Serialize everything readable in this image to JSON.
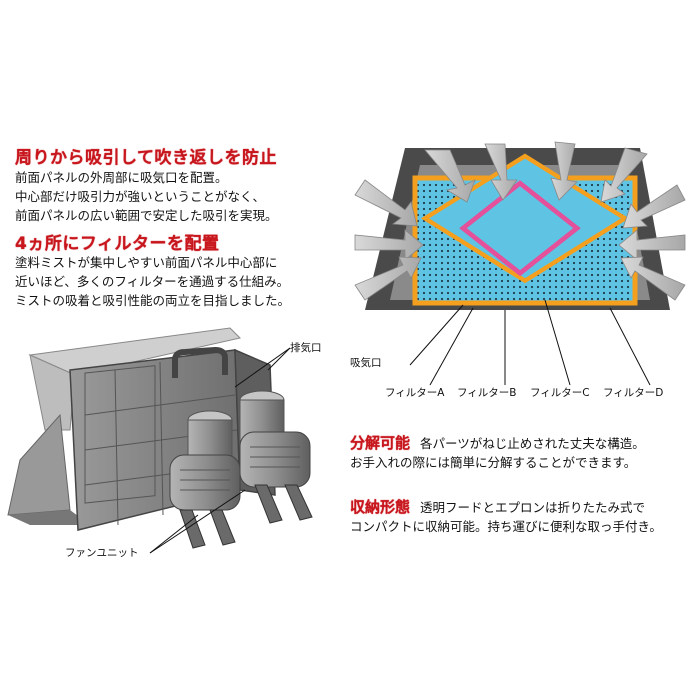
{
  "section1": {
    "heading": "周りから吸引して吹き返しを防止",
    "lines": [
      "前面パネルの外周部に吸気口を配置。",
      "中心部だけ吸引力が強いということがなく、",
      "前面パネルの広い範囲で安定した吸引を実現。"
    ]
  },
  "section2": {
    "heading": "4ヵ所にフィルターを配置",
    "lines": [
      "塗料ミストが集中しやすい前面パネル中心部に",
      "近いほど、多くのフィルターを通過する仕組み。",
      "ミストの吸着と吸引性能の両立を目指しました。"
    ]
  },
  "device_labels": {
    "exhaust": "排気口",
    "fan_unit": "ファンユニット"
  },
  "filter_diagram": {
    "intake": "吸気口",
    "filter_a": "フィルターA",
    "filter_b": "フィルターB",
    "filter_c": "フィルターC",
    "filter_d": "フィルターD",
    "colors": {
      "frame_dark": "#4a4a4a",
      "frame_gray": "#8a8a8a",
      "panel_blue": "#5fc3e4",
      "filter_orange": "#f4a01e",
      "filter_pink": "#e4509a"
    }
  },
  "features": [
    {
      "title": "分解可能",
      "lines": [
        "各パーツがねじ止めされた丈夫な構造。",
        "お手入れの際には簡単に分解することができます。"
      ]
    },
    {
      "title": "収納形態",
      "lines": [
        "透明フードとエプロンは折りたたみ式で",
        "コンパクトに収納可能。持ち運びに便利な取っ手付き。"
      ]
    }
  ]
}
